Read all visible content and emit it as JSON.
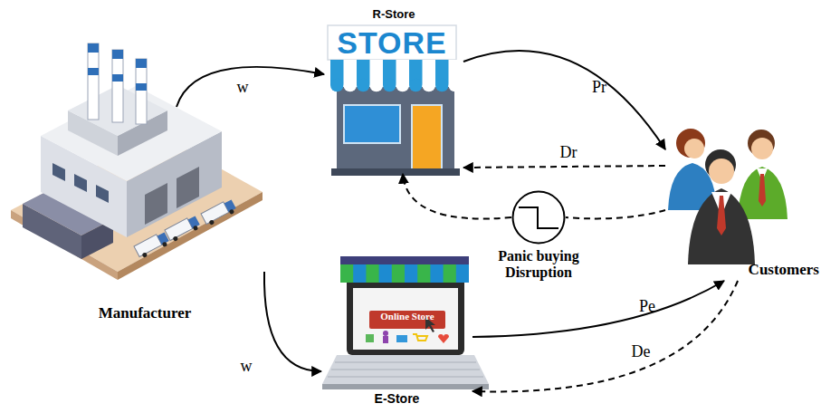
{
  "diagram": {
    "nodes": [
      {
        "text": [
          "Manufacturer"
        ]
      },
      {
        "text": [
          "R-Store",
          "STORE"
        ]
      },
      {
        "text": [
          "E-Store",
          "Online Store"
        ]
      },
      {
        "text": [
          "Customers"
        ]
      },
      {
        "text": [
          "Panic buying Disruption"
        ]
      }
    ],
    "edges": [
      {
        "from": 0,
        "to": 1,
        "label": "w",
        "arrow": "to"
      },
      {
        "from": 0,
        "to": 2,
        "label": "w",
        "arrow": "to"
      },
      {
        "from": 1,
        "to": 3,
        "label": "Pr",
        "arrow": "to"
      },
      {
        "from": 3,
        "to": 1,
        "label": "Dr",
        "arrow": "to"
      },
      {
        "from": 3,
        "to": 4,
        "arrow": "none"
      },
      {
        "from": 4,
        "to": 1,
        "arrow": "to"
      },
      {
        "from": 2,
        "to": 3,
        "label": "Pe",
        "arrow": "to"
      },
      {
        "from": 3,
        "to": 2,
        "label": "De",
        "arrow": "to"
      }
    ]
  }
}
